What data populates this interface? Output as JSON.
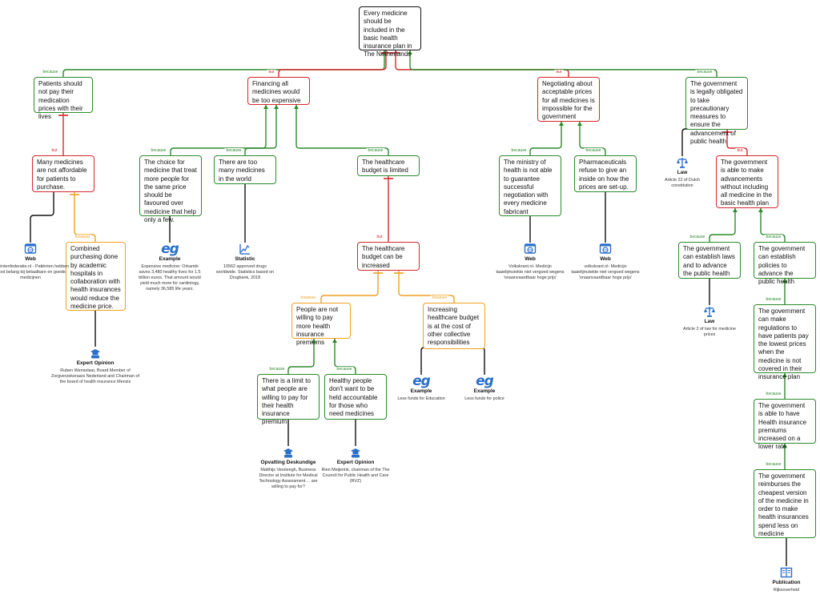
{
  "colors": {
    "because": "#2b8a2b",
    "but": "#d6272b",
    "however": "#f0a020",
    "neutral": "#111111",
    "icon": "#2a6fc9"
  },
  "nodes": {
    "root": "Every medicine should be included in the basic health insurance plan in The Netherlands",
    "n_prices": "Patients should not pay their medication prices with their lives",
    "n_not_affordable": "Many medicines are not affordable for patients to purchase.",
    "n_combined": "Combined purchasing done by academic hospitals in collaboration with health insurances would reduce the medicine price.",
    "n_financing": "Financing all medicines would be too expensive",
    "n_choice": "The choice for medicine that treat more people for the same price should be favoured over medicine that help only a few.",
    "n_too_many": "There are too many medicines in the world",
    "n_budget_limited": "The healthcare budget is limited",
    "n_budget_increased": "The healthcare budget can be increased",
    "n_not_willing": "People are not willing to pay more health insurance premiums",
    "n_limit": "There is a limit to what people are willing to pay for their health insurance premium",
    "n_healthy": "Healthy people don't want to be held accountable for those who need medicines",
    "n_cost_other": "Increasing healthcare budget is at the cost of other collective responsibilities",
    "n_negotiating": "Negotiating about acceptable prices for all medicines is impossible for the government",
    "n_ministry": "The ministry of health is not able to guarantee successful negotiation with every medicine fabricant",
    "n_pharma": "Pharmaceuticals refuse to give an inside on how the prices are set-up.",
    "n_gov_legal": "The government is legally obligated to take precautionary measures to ensure the advancement of public health",
    "n_gov_advance": "The government is able to make advancements without including all medicine in the basic health plan",
    "n_laws": "The government can establish laws and to advance the public health",
    "n_policies": "The government can establish policies to advance the public health",
    "n_regulations": "The government can make regulations to have patients pay the lowest prices when the medicine is not covered in their insurance plan",
    "n_premiums_lower": "The government is able to have Health insurance premiums increased on a lower rate",
    "n_reimburse": "The government reimburses the cheapest version of the medicine in order to make health insurances spend less on medicine"
  },
  "labels": {
    "because": "because",
    "but": "but",
    "however": "however"
  },
  "sources": {
    "s_web1": {
      "type": "Web",
      "desc": "Patiëntenfederatie.nl - Patiënten hebben groot belang bij betaalbare en goede medicijnen"
    },
    "s_expert1": {
      "type": "Expert Opinion",
      "desc": "Ruben Wenselaar, Board Member of Zorgverzekeraars Nederland and Chairman of the board of health insurance Menzis"
    },
    "s_example1": {
      "type": "Example",
      "desc": "Expensive medicine: Orkambi saves 3,480 healthy lives for 1.5 billion euros. That amount would yield much more for cardiology, namely 36,585 life years."
    },
    "s_statistic": {
      "type": "Statistic",
      "desc": "10562 approved drugs worldwide. Statistics based on Drugbank, 2018"
    },
    "s_opvatting": {
      "type": "Opvatting Deskundige",
      "desc": "Matthijs Versteegh, Business Director at Institute for Medical Technology Assessment ... are willing to pay for?"
    },
    "s_expert2": {
      "type": "Expert Opinion",
      "desc": "Rien Meijerink, chairman of the The Council for Public Health and Care (RVZ)"
    },
    "s_example2": {
      "type": "Example",
      "desc": "Less funds for Education"
    },
    "s_example3": {
      "type": "Example",
      "desc": "Less funds for police"
    },
    "s_web2": {
      "type": "Web",
      "desc": "Volkskrant.nl- Medicijn taaielijmziekte niet vergoed wegens 'onaanvaardbaar hoge prijs'"
    },
    "s_web3": {
      "type": "Web",
      "desc": "volkskrant.nl- Medicijn taaielijmziekte niet vergoed wegens 'onaanvaardbaar hoge prijs'"
    },
    "s_law1": {
      "type": "Law",
      "desc": "Article 22 of Dutch constitution"
    },
    "s_law2": {
      "type": "Law",
      "desc": "Article 2 of law for medicine prices"
    },
    "s_publication": {
      "type": "Publication",
      "desc": "Rijksoverheid"
    }
  },
  "icons": {
    "web": "web-icon",
    "expert": "expert-icon",
    "example": "eg-icon",
    "statistic": "statistic-icon",
    "law": "law-icon",
    "publication": "publication-icon"
  },
  "example_glyph": "eg"
}
